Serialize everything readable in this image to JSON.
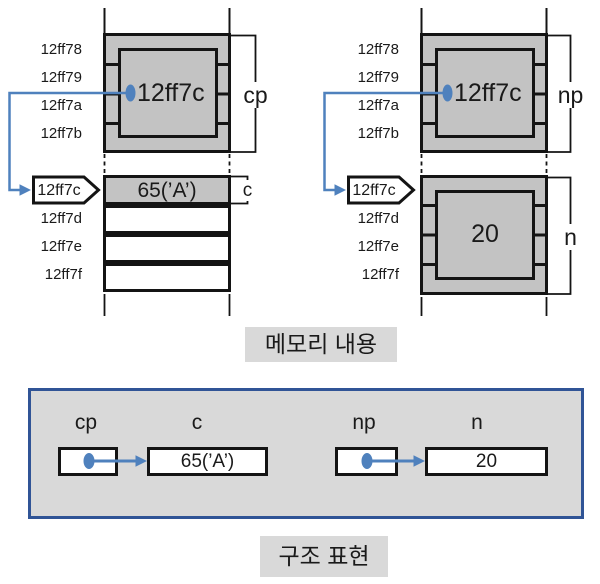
{
  "captions": {
    "memory": "메모리 내용",
    "structure": "구조 표현"
  },
  "addresses": {
    "top": [
      "12ff78",
      "12ff79",
      "12ff7a",
      "12ff7b"
    ],
    "bottom": [
      "12ff7d",
      "12ff7e",
      "12ff7f"
    ]
  },
  "left_diagram": {
    "pointer_value": "12ff7c",
    "pointer_tag": "12ff7c",
    "bracket_pointer": "cp",
    "bracket_value": "c",
    "value": "65(’A’)"
  },
  "right_diagram": {
    "pointer_value": "12ff7c",
    "pointer_tag": "12ff7c",
    "bracket_pointer": "np",
    "bracket_value": "n",
    "value": "20"
  },
  "structure_panel": {
    "labels": {
      "cp": "cp",
      "c": "c",
      "np": "np",
      "n": "n"
    },
    "c_value": "65(’A’)",
    "n_value": "20"
  },
  "colors": {
    "memory_box_gray": "#c3c3c3",
    "caption_bg": "#d9d9d9",
    "panel_bg": "#d9d9d9",
    "panel_border": "#305496",
    "arrow_blue": "#4f81bd"
  }
}
